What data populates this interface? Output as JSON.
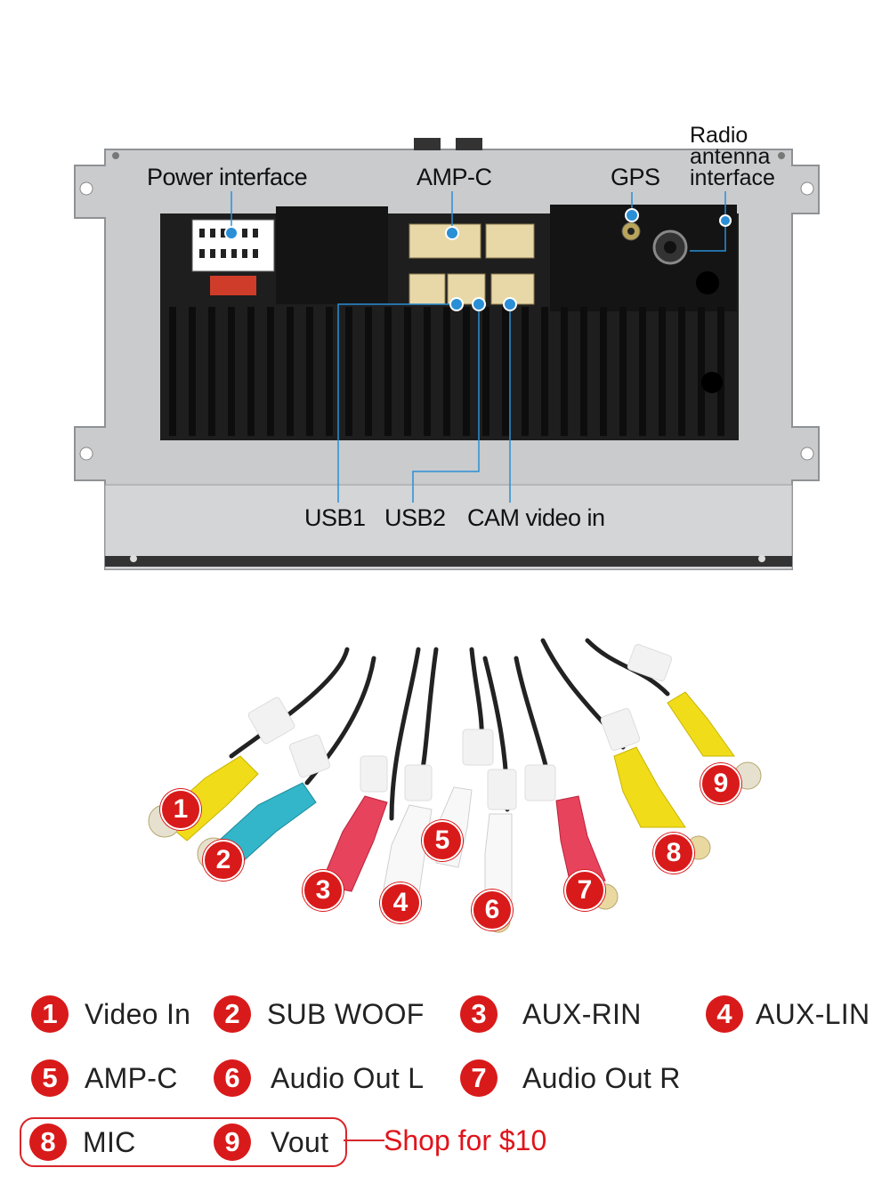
{
  "top_labels": {
    "power": "Power interface",
    "amp": "AMP-C",
    "gps": "GPS",
    "radio": [
      "Radio",
      "antenna",
      "interface"
    ],
    "usb1": "USB1",
    "usb2": "USB2",
    "cam": "CAM video in"
  },
  "badges": [
    "1",
    "2",
    "3",
    "4",
    "5",
    "6",
    "7",
    "8",
    "9"
  ],
  "legend": [
    {
      "num": "1",
      "text": "Video In"
    },
    {
      "num": "2",
      "text": "SUB WOOF"
    },
    {
      "num": "3",
      "text": "AUX-RIN"
    },
    {
      "num": "4",
      "text": "AUX-LIN"
    },
    {
      "num": "5",
      "text": "AMP-C"
    },
    {
      "num": "6",
      "text": "Audio Out L"
    },
    {
      "num": "7",
      "text": "Audio Out R"
    },
    {
      "num": "8",
      "text": "MIC"
    },
    {
      "num": "9",
      "text": "Vout"
    }
  ],
  "shop": "Shop for $10",
  "colors": {
    "accent": "#d91a1a",
    "callout": "#2a8fd6",
    "heatsink": "#1c1c1c",
    "chassis": "#c9cbcd"
  }
}
